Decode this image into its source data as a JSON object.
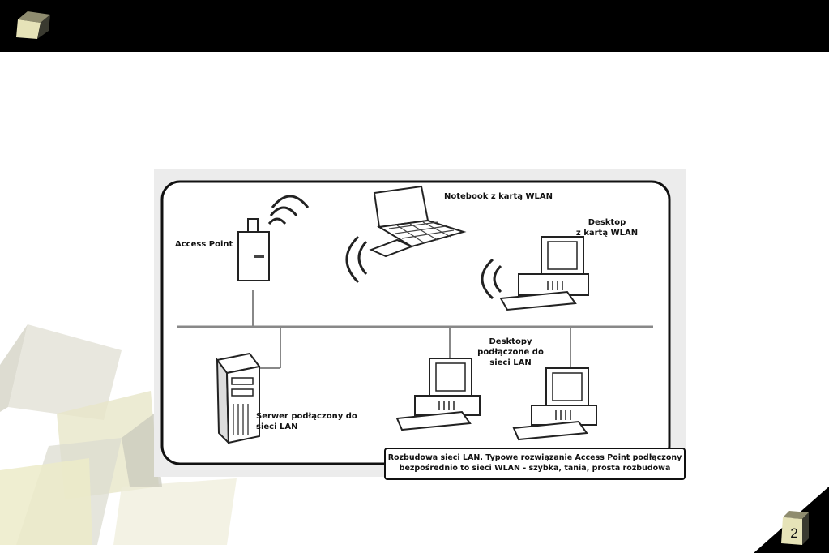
{
  "labels": {
    "access_point": "Access Point",
    "notebook": "Notebook z kartą WLAN",
    "desktop_wlan": [
      "Desktop",
      "z kartą WLAN"
    ],
    "desktops_lan": [
      "Desktopy",
      "podłączone do",
      "sieci LAN"
    ],
    "server": [
      "Serwer podłączony do",
      "sieci LAN"
    ]
  },
  "caption": [
    "Rozbudowa sieci LAN. Typowe rozwiązanie Access Point podłączony",
    "bezpośrednio to sieci WLAN - szybka, tania, prosta rozbudowa"
  ],
  "page_number": "2",
  "colors": {
    "bar": "#000000",
    "cube_light": "#e9e5c1",
    "cube_gray": "#cfcfc6"
  }
}
